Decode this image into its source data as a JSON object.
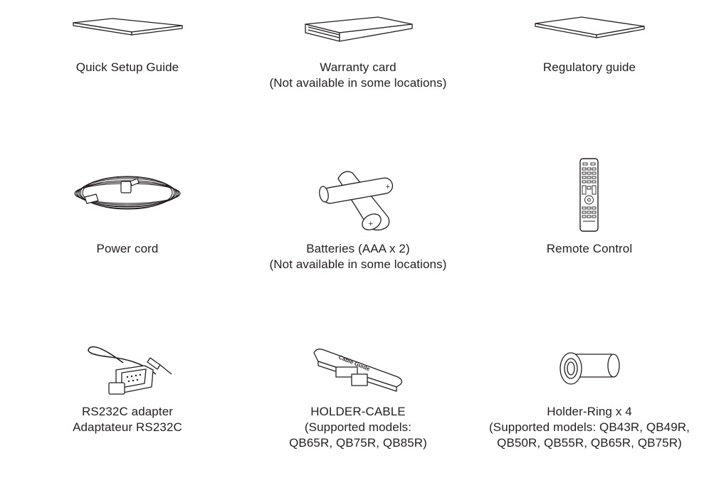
{
  "items": [
    {
      "id": "quick-setup-guide",
      "lines": [
        "Quick Setup Guide"
      ]
    },
    {
      "id": "warranty-card",
      "lines": [
        "Warranty card",
        "(Not available in some locations)"
      ]
    },
    {
      "id": "regulatory-guide",
      "lines": [
        "Regulatory guide"
      ]
    },
    {
      "id": "power-cord",
      "lines": [
        "Power cord"
      ]
    },
    {
      "id": "batteries",
      "lines": [
        "Batteries (AAA x 2)",
        "(Not available in some locations)"
      ]
    },
    {
      "id": "remote-control",
      "lines": [
        "Remote Control"
      ]
    },
    {
      "id": "rs232c-adapter",
      "lines": [
        "RS232C adapter",
        "Adaptateur RS232C"
      ]
    },
    {
      "id": "holder-cable",
      "lines": [
        "HOLDER-CABLE",
        "(Supported models:",
        "QB65R, QB75R, QB85R)"
      ],
      "illustration_text": "Cable Guide"
    },
    {
      "id": "holder-ring",
      "lines": [
        "Holder-Ring x 4",
        "(Supported models: QB43R, QB49R,",
        "QB50R, QB55R, QB65R, QB75R)"
      ]
    }
  ]
}
